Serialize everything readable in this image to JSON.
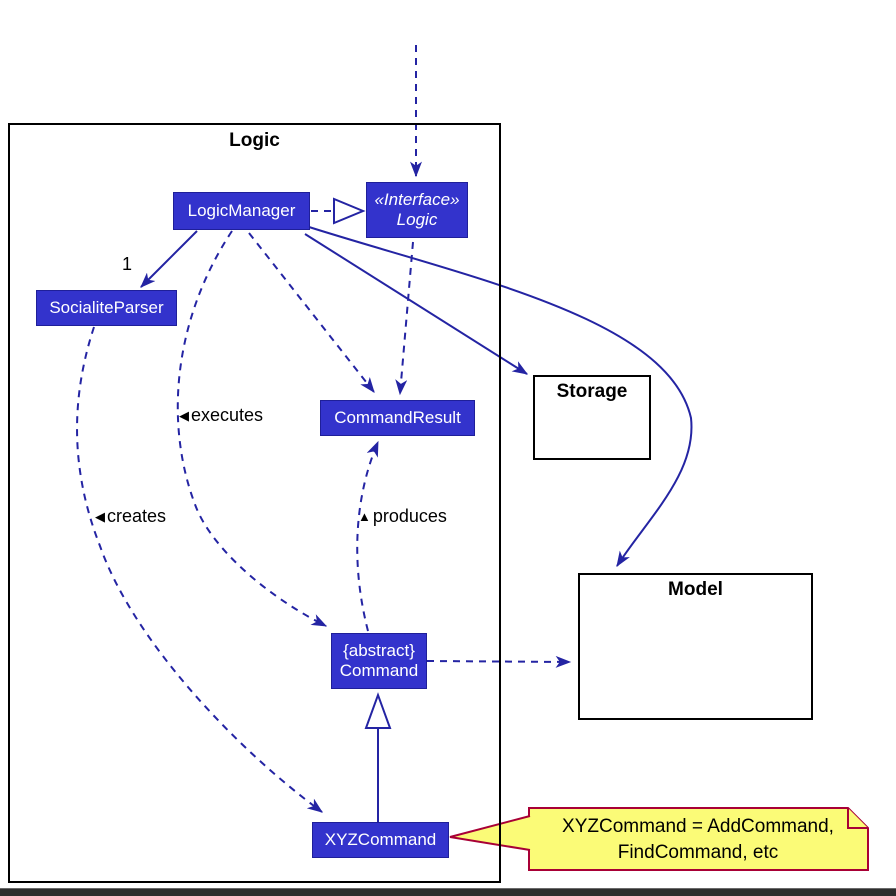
{
  "frame": {
    "title": "Logic"
  },
  "classes": {
    "logic_manager": {
      "label": "LogicManager"
    },
    "interface_logic": {
      "stereotype": "«Interface»",
      "name": "Logic"
    },
    "socialite_parser": {
      "label": "SocialiteParser"
    },
    "command_result": {
      "label": "CommandResult"
    },
    "command": {
      "stereotype": "{abstract}",
      "name": "Command"
    },
    "xyz_command": {
      "label": "XYZCommand"
    }
  },
  "external": {
    "storage": {
      "label": "Storage"
    },
    "model": {
      "label": "Model"
    }
  },
  "labels": {
    "multiplicity_one": "1",
    "executes": {
      "marker": "◀",
      "text": "executes"
    },
    "creates": {
      "marker": "◀",
      "text": "creates"
    },
    "produces": {
      "marker": "▲",
      "text": "produces"
    }
  },
  "note": {
    "line1": "XYZCommand = AddCommand,",
    "line2": "FindCommand, etc"
  },
  "colors": {
    "class_fill": "#3333CC",
    "class_text": "#FFFFFF",
    "arrow": "#2424A3",
    "frame_border": "#000000",
    "note_fill": "#FBFB77",
    "note_border": "#A80036",
    "taskbar": "#2E2E2E"
  }
}
